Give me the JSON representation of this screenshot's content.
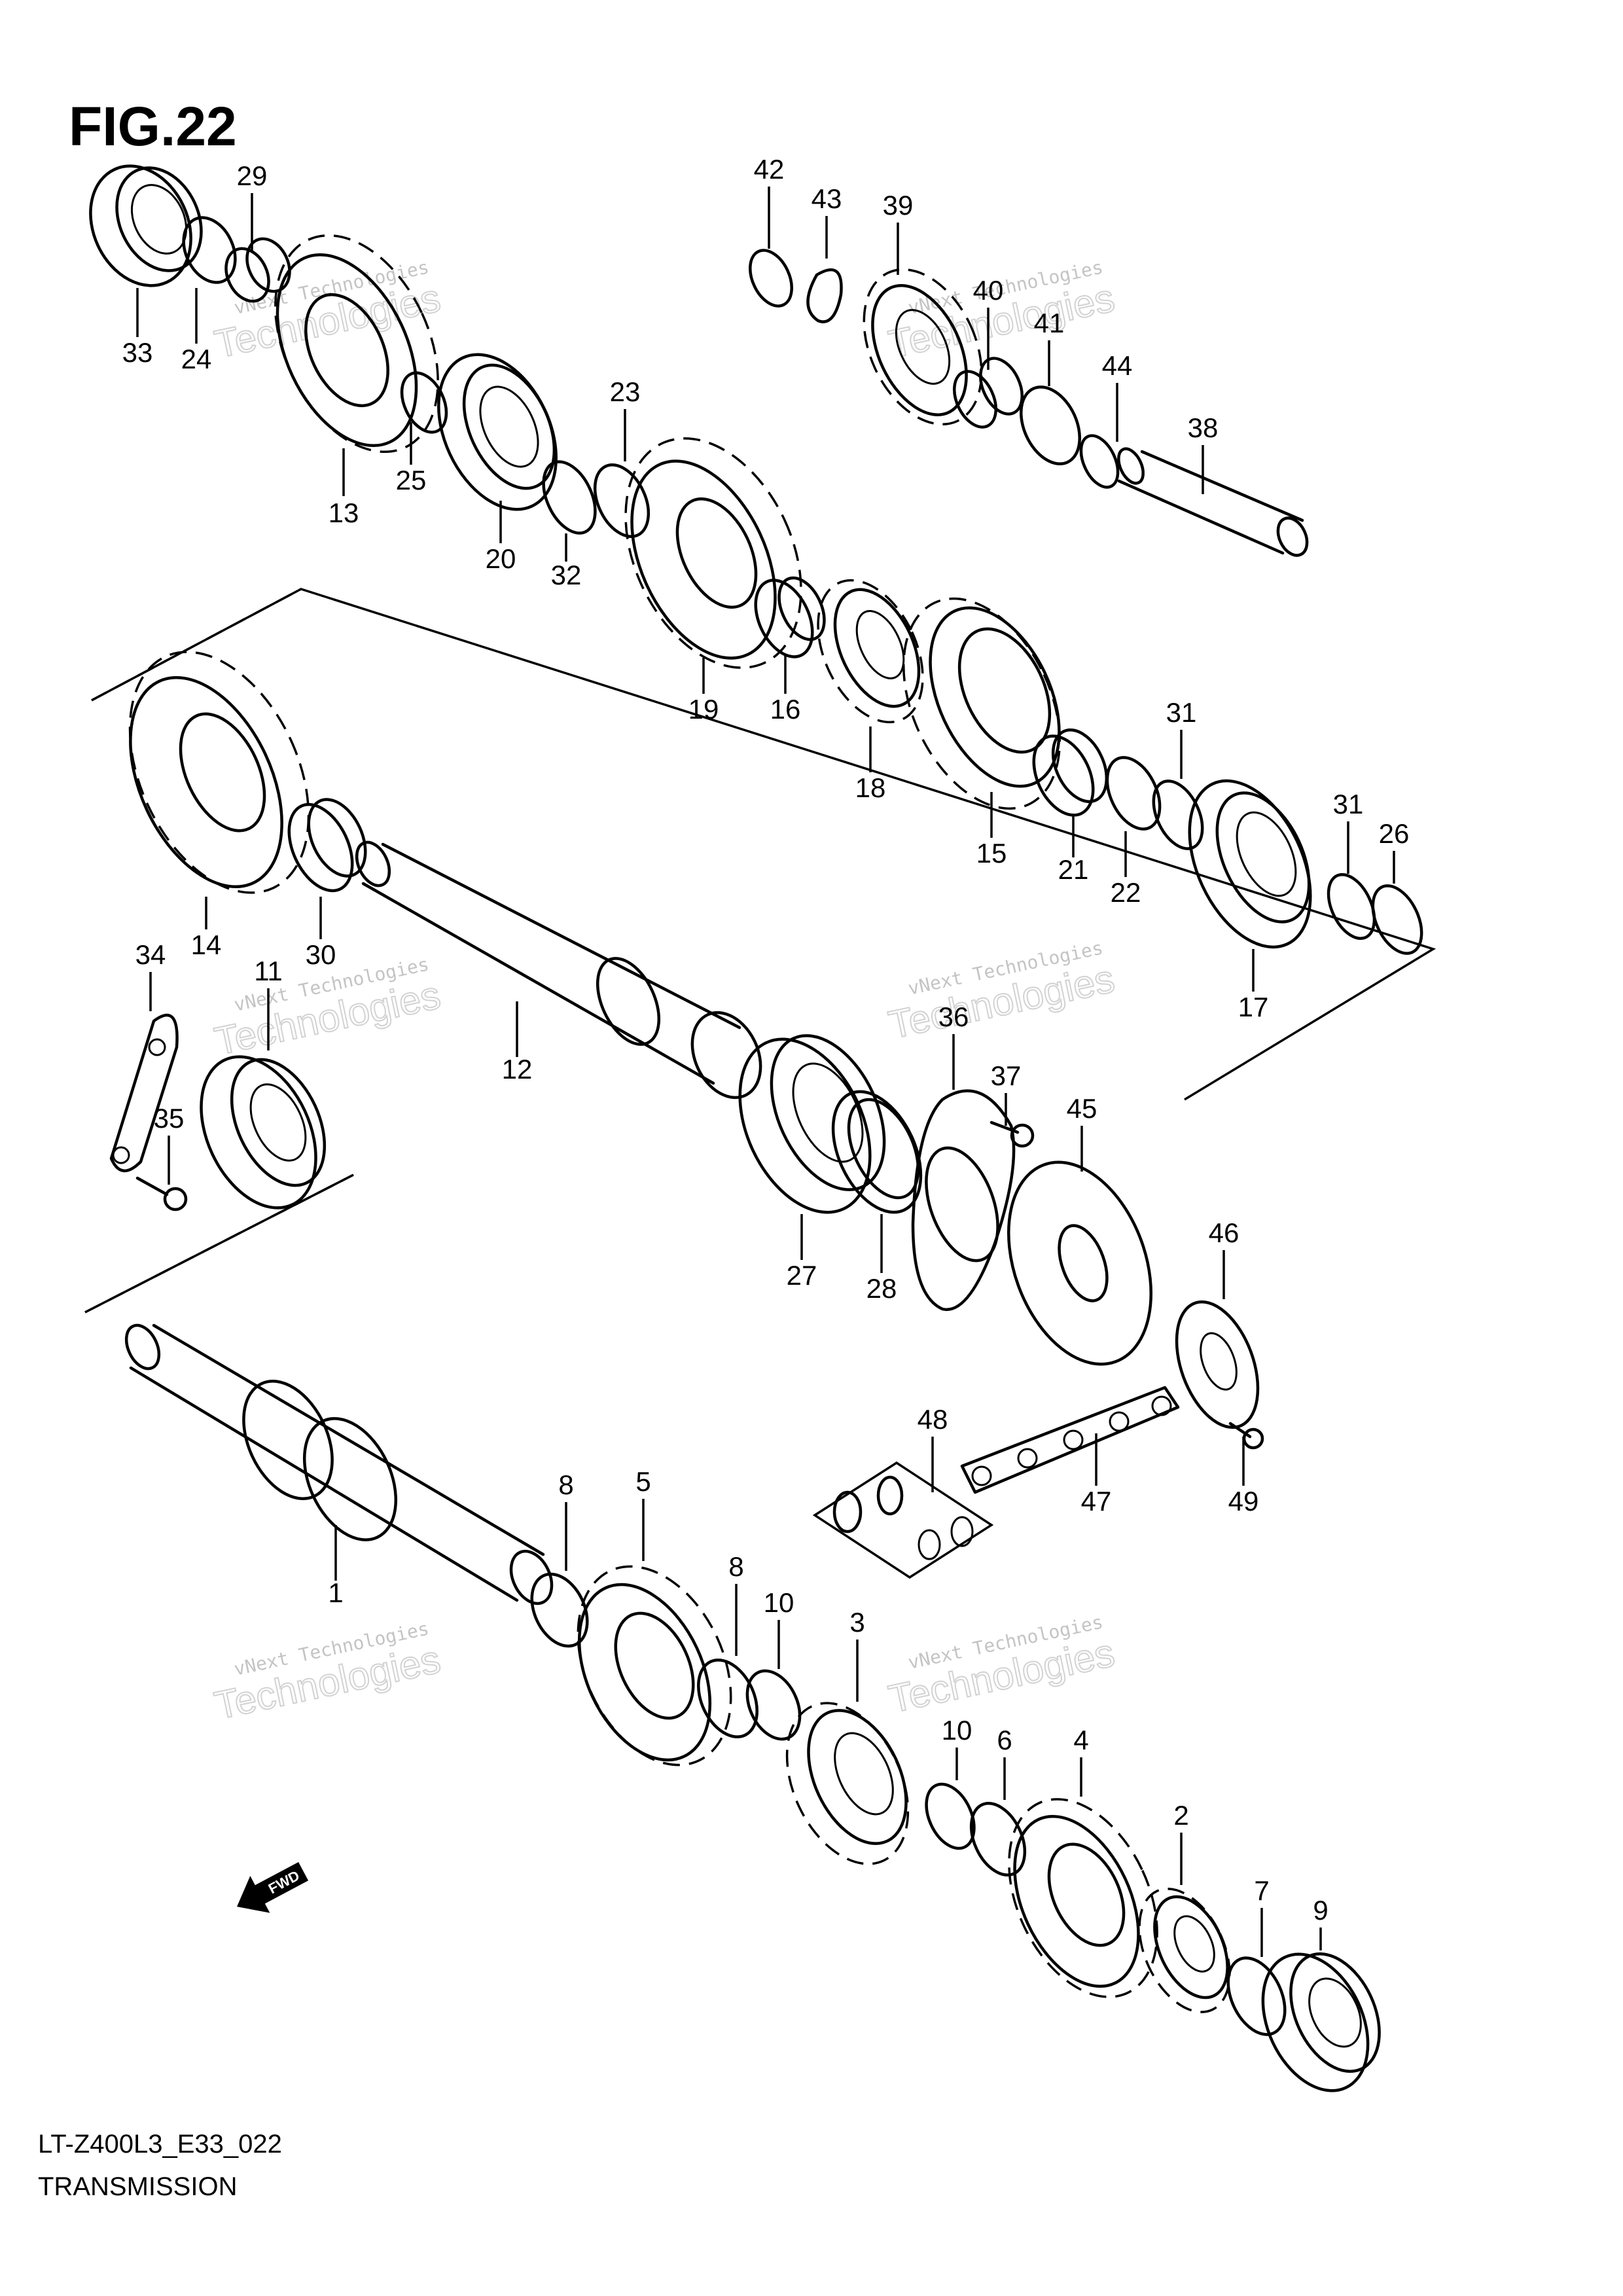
{
  "figure": {
    "title": "FIG.22",
    "code": "LT-Z400L3_E33_022",
    "name": "TRANSMISSION"
  },
  "direction_marker": {
    "label": "FWD"
  },
  "watermark": {
    "line1": "vNext Technologies",
    "line2": "Technologies"
  },
  "callouts": [
    "1",
    "2",
    "3",
    "4",
    "5",
    "6",
    "7",
    "8",
    "8",
    "9",
    "10",
    "10",
    "11",
    "12",
    "13",
    "14",
    "15",
    "16",
    "17",
    "18",
    "19",
    "20",
    "21",
    "22",
    "23",
    "24",
    "25",
    "26",
    "27",
    "28",
    "29",
    "30",
    "31",
    "31",
    "32",
    "33",
    "34",
    "35",
    "36",
    "37",
    "38",
    "39",
    "40",
    "41",
    "42",
    "43",
    "44",
    "45",
    "46",
    "47",
    "48",
    "49"
  ]
}
